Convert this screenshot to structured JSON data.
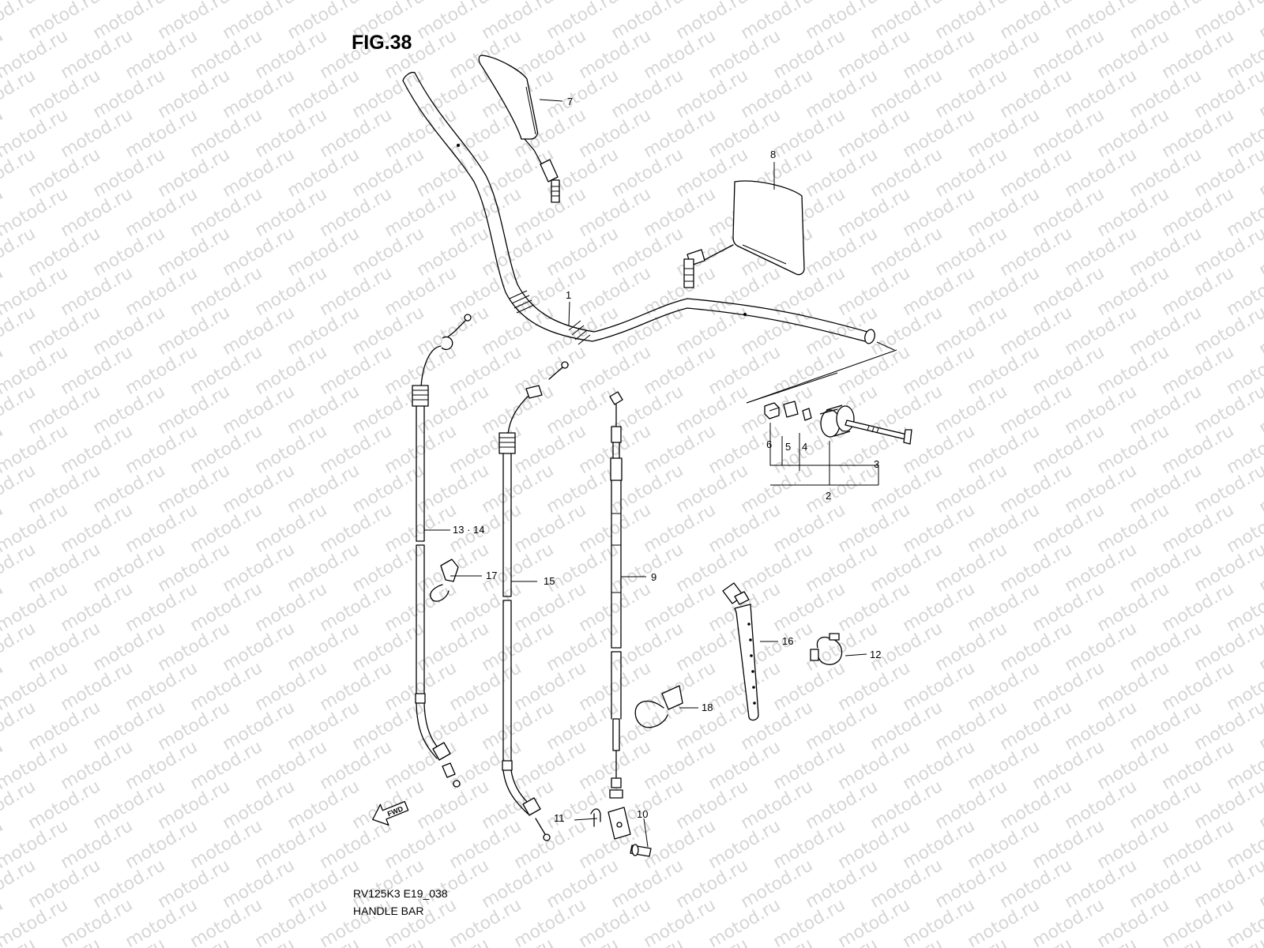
{
  "figure": {
    "title": "FIG.38",
    "model_code": "RV125K3 E19_038",
    "name": "HANDLE BAR"
  },
  "watermark": {
    "text": "motod.ru"
  },
  "arrow": {
    "label": "FWD"
  },
  "callouts": [
    {
      "id": "c1",
      "label": "1"
    },
    {
      "id": "c2",
      "label": "2"
    },
    {
      "id": "c3",
      "label": "3"
    },
    {
      "id": "c4",
      "label": "4"
    },
    {
      "id": "c5",
      "label": "5"
    },
    {
      "id": "c6",
      "label": "6"
    },
    {
      "id": "c7",
      "label": "7"
    },
    {
      "id": "c8",
      "label": "8"
    },
    {
      "id": "c9",
      "label": "9"
    },
    {
      "id": "c10",
      "label": "10"
    },
    {
      "id": "c11",
      "label": "11"
    },
    {
      "id": "c12",
      "label": "12"
    },
    {
      "id": "c13",
      "label": "13 · 14"
    },
    {
      "id": "c15",
      "label": "15"
    },
    {
      "id": "c16",
      "label": "16"
    },
    {
      "id": "c17",
      "label": "17"
    },
    {
      "id": "c18",
      "label": "18"
    }
  ]
}
